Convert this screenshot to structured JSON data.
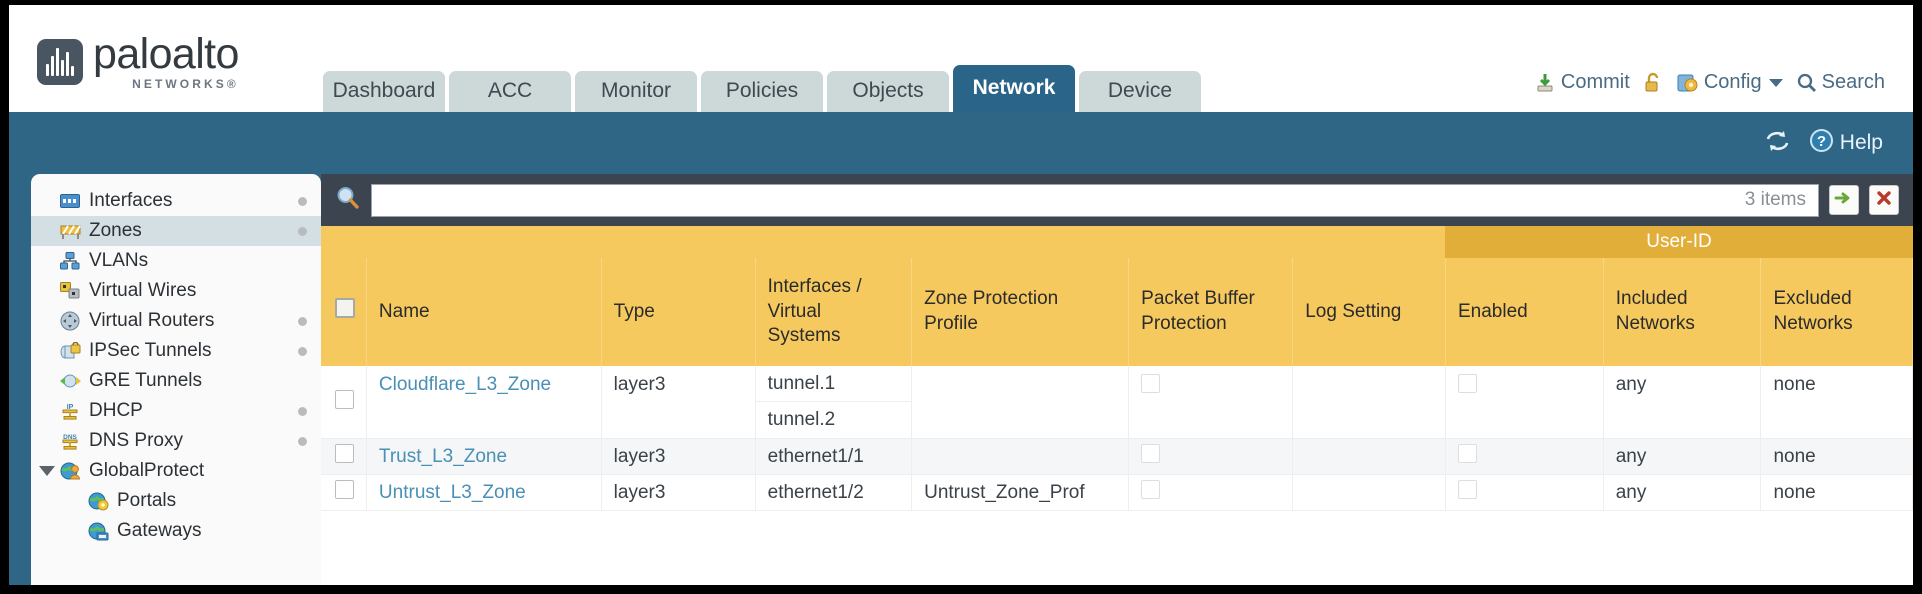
{
  "brand": {
    "name": "paloalto",
    "sub": "NETWORKS®",
    "logo_icon": "paloalto-logo-icon"
  },
  "tabs": [
    {
      "label": "Dashboard",
      "active": false
    },
    {
      "label": "ACC",
      "active": false
    },
    {
      "label": "Monitor",
      "active": false
    },
    {
      "label": "Policies",
      "active": false
    },
    {
      "label": "Objects",
      "active": false
    },
    {
      "label": "Network",
      "active": true
    },
    {
      "label": "Device",
      "active": false
    }
  ],
  "top_actions": {
    "commit_label": "Commit",
    "commit_icon": "commit-download-icon",
    "lock_icon": "unlocked-padlock-icon",
    "config_label": "Config",
    "config_icon": "config-wrench-icon",
    "config_caret_icon": "chevron-down-icon",
    "search_label": "Search",
    "search_icon": "magnifier-icon"
  },
  "bluebar": {
    "refresh_icon": "refresh-icon",
    "help_label": "Help",
    "help_icon": "help-question-icon"
  },
  "sidebar": {
    "items": [
      {
        "label": "Interfaces",
        "icon": "interfaces-icon",
        "selected": false,
        "dot": true,
        "child": false,
        "expander": false
      },
      {
        "label": "Zones",
        "icon": "zones-icon",
        "selected": true,
        "dot": true,
        "child": false,
        "expander": false
      },
      {
        "label": "VLANs",
        "icon": "vlans-icon",
        "selected": false,
        "dot": false,
        "child": false,
        "expander": false
      },
      {
        "label": "Virtual Wires",
        "icon": "virtual-wires-icon",
        "selected": false,
        "dot": false,
        "child": false,
        "expander": false
      },
      {
        "label": "Virtual Routers",
        "icon": "virtual-routers-icon",
        "selected": false,
        "dot": true,
        "child": false,
        "expander": false
      },
      {
        "label": "IPSec Tunnels",
        "icon": "ipsec-tunnels-icon",
        "selected": false,
        "dot": true,
        "child": false,
        "expander": false
      },
      {
        "label": "GRE Tunnels",
        "icon": "gre-tunnels-icon",
        "selected": false,
        "dot": false,
        "child": false,
        "expander": false
      },
      {
        "label": "DHCP",
        "icon": "dhcp-icon",
        "selected": false,
        "dot": true,
        "child": false,
        "expander": false
      },
      {
        "label": "DNS Proxy",
        "icon": "dns-proxy-icon",
        "selected": false,
        "dot": true,
        "child": false,
        "expander": false
      },
      {
        "label": "GlobalProtect",
        "icon": "globalprotect-icon",
        "selected": false,
        "dot": false,
        "child": false,
        "expander": true
      },
      {
        "label": "Portals",
        "icon": "portals-icon",
        "selected": false,
        "dot": false,
        "child": true,
        "expander": false
      },
      {
        "label": "Gateways",
        "icon": "gateways-icon",
        "selected": false,
        "dot": false,
        "child": true,
        "expander": false
      }
    ]
  },
  "search": {
    "value": "",
    "placeholder": "",
    "icon": "magnifier-icon",
    "items_count": "3 items",
    "apply_icon": "green-arrow-apply-icon",
    "clear_icon": "red-x-clear-icon"
  },
  "table": {
    "group_header": "User-ID",
    "columns": [
      "Name",
      "Type",
      "Interfaces / Virtual Systems",
      "Zone Protection Profile",
      "Packet Buffer Protection",
      "Log Setting",
      "Enabled",
      "Included Networks",
      "Excluded Networks"
    ],
    "select_all_checkbox": "unchecked",
    "rows": [
      {
        "selected": false,
        "name": "Cloudflare_L3_Zone",
        "type": "layer3",
        "interfaces": [
          "tunnel.1",
          "tunnel.2"
        ],
        "zone_protection_profile": "",
        "packet_buffer_protection": "unchecked",
        "log_setting": "",
        "userid_enabled": "unchecked",
        "included_networks": "any",
        "excluded_networks": "none"
      },
      {
        "selected": false,
        "name": "Trust_L3_Zone",
        "type": "layer3",
        "interfaces": [
          "ethernet1/1"
        ],
        "zone_protection_profile": "",
        "packet_buffer_protection": "unchecked",
        "log_setting": "",
        "userid_enabled": "unchecked",
        "included_networks": "any",
        "excluded_networks": "none"
      },
      {
        "selected": false,
        "name": "Untrust_L3_Zone",
        "type": "layer3",
        "interfaces": [
          "ethernet1/2"
        ],
        "zone_protection_profile": "Untrust_Zone_Prof",
        "packet_buffer_protection": "unchecked",
        "log_setting": "",
        "userid_enabled": "unchecked",
        "included_networks": "any",
        "excluded_networks": "none"
      }
    ]
  },
  "colors": {
    "brand_dark": "#4a5562",
    "tab_active": "#2a6489",
    "tab_inactive": "#cdd8d8",
    "chrome_blue": "#2f6686",
    "header_yellow": "#f6c95f",
    "group_yellow": "#e2ae3a",
    "link_blue": "#4a8fb5",
    "panel_dark": "#3c4450"
  }
}
